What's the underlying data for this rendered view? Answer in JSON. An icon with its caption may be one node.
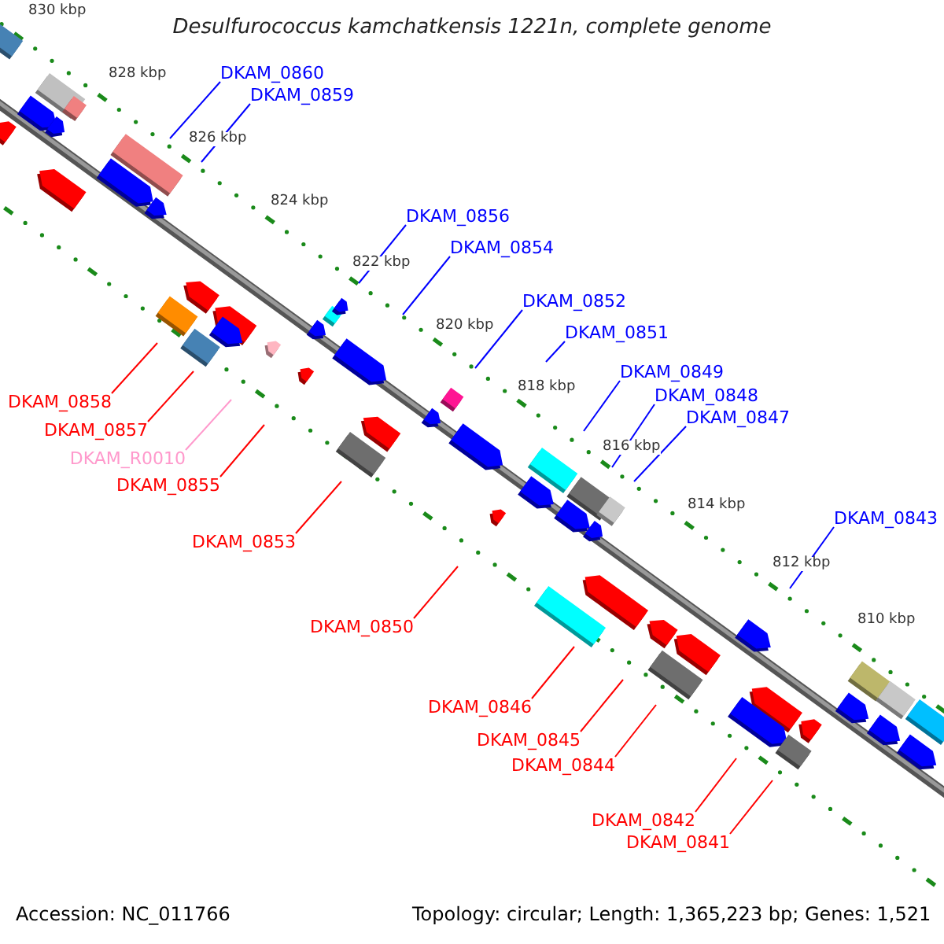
{
  "diagram": {
    "title": "Desulfurococcus kamchatkensis 1221n, complete genome",
    "nodes": [
      {
        "text": [
          "DKAM_0860"
        ]
      },
      {
        "text": [
          "DKAM_0859"
        ]
      },
      {
        "text": [
          "DKAM_0856"
        ]
      },
      {
        "text": [
          "DKAM_0854"
        ]
      },
      {
        "text": [
          "DKAM_0852"
        ]
      },
      {
        "text": [
          "DKAM_0851"
        ]
      },
      {
        "text": [
          "DKAM_0849"
        ]
      },
      {
        "text": [
          "DKAM_0848"
        ]
      },
      {
        "text": [
          "DKAM_0858"
        ]
      },
      {
        "text": [
          "DKAM_0847"
        ]
      },
      {
        "text": [
          "DKAM_0857"
        ]
      },
      {
        "text": [
          "DKAM_R0010"
        ]
      },
      {
        "text": [
          "DKAM_0855"
        ]
      },
      {
        "text": [
          "DKAM_0843"
        ]
      },
      {
        "text": [
          "DKAM_0853"
        ]
      },
      {
        "text": [
          "DKAM_0850"
        ]
      },
      {
        "text": [
          "DKAM_0846"
        ]
      },
      {
        "text": [
          "DKAM_0845"
        ]
      },
      {
        "text": [
          "DKAM_0844"
        ]
      },
      {
        "text": [
          "DKAM_0842"
        ]
      },
      {
        "text": [
          "DKAM_0841"
        ]
      }
    ],
    "edges": [
      {
        "from": 0,
        "to": null,
        "arrow": "none",
        "color": "#0000ff"
      },
      {
        "from": 1,
        "to": null,
        "arrow": "none",
        "color": "#0000ff"
      },
      {
        "from": 2,
        "to": null,
        "arrow": "none",
        "color": "#0000ff"
      },
      {
        "from": 3,
        "to": null,
        "arrow": "none",
        "color": "#0000ff"
      },
      {
        "from": 4,
        "to": null,
        "arrow": "none",
        "color": "#0000ff"
      },
      {
        "from": 5,
        "to": null,
        "arrow": "none",
        "color": "#0000ff"
      },
      {
        "from": 6,
        "to": null,
        "arrow": "none",
        "color": "#0000ff"
      },
      {
        "from": 7,
        "to": null,
        "arrow": "none",
        "color": "#0000ff"
      },
      {
        "from": 8,
        "to": null,
        "arrow": "none",
        "color": "#ff0000"
      },
      {
        "from": 9,
        "to": null,
        "arrow": "none",
        "color": "#0000ff"
      },
      {
        "from": 10,
        "to": null,
        "arrow": "none",
        "color": "#ff0000"
      },
      {
        "from": 11,
        "to": null,
        "arrow": "none",
        "color": "#ff99cc"
      },
      {
        "from": 12,
        "to": null,
        "arrow": "none",
        "color": "#ff0000"
      },
      {
        "from": 13,
        "to": null,
        "arrow": "none",
        "color": "#0000ff"
      },
      {
        "from": 14,
        "to": null,
        "arrow": "none",
        "color": "#ff0000"
      },
      {
        "from": 15,
        "to": null,
        "arrow": "none",
        "color": "#ff0000"
      },
      {
        "from": 16,
        "to": null,
        "arrow": "none",
        "color": "#ff0000"
      },
      {
        "from": 17,
        "to": null,
        "arrow": "none",
        "color": "#ff0000"
      },
      {
        "from": 18,
        "to": null,
        "arrow": "none",
        "color": "#ff0000"
      },
      {
        "from": 19,
        "to": null,
        "arrow": "none",
        "color": "#ff0000"
      },
      {
        "from": 20,
        "to": null,
        "arrow": "none",
        "color": "#ff0000"
      }
    ],
    "labels": [
      "830 kbp",
      "828 kbp",
      "826 kbp",
      "824 kbp",
      "822 kbp",
      "820 kbp",
      "818 kbp",
      "816 kbp",
      "814 kbp",
      "812 kbp",
      "810 kbp",
      "Accession: NC_011766",
      "Topology: circular; Length: 1,365,223 bp; Genes: 1,521"
    ]
  }
}
